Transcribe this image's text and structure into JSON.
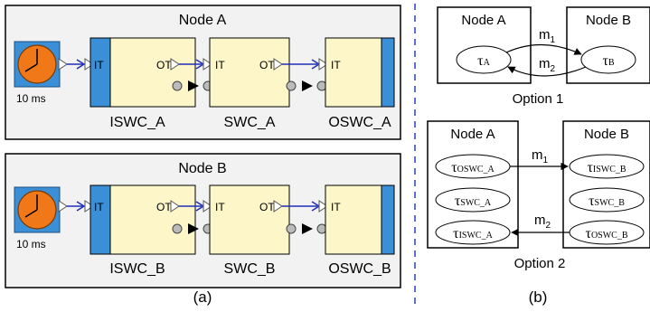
{
  "panel_a": {
    "caption": "(a)",
    "nodes": [
      {
        "title": "Node A",
        "timer": "10 ms",
        "components": [
          "ISWC_A",
          "SWC_A",
          "OSWC_A"
        ],
        "port_in": "IT",
        "port_out": "OT"
      },
      {
        "title": "Node B",
        "timer": "10 ms",
        "components": [
          "ISWC_B",
          "SWC_B",
          "OSWC_B"
        ],
        "port_in": "IT",
        "port_out": "OT"
      }
    ]
  },
  "panel_b": {
    "caption": "(b)",
    "option1": {
      "label": "Option 1",
      "node_a": "Node A",
      "node_b": "Node B",
      "task_a": {
        "base": "τ",
        "sub": "A"
      },
      "task_b": {
        "base": "τ",
        "sub": "B"
      },
      "msg1": {
        "base": "m",
        "sub": "1"
      },
      "msg2": {
        "base": "m",
        "sub": "2"
      }
    },
    "option2": {
      "label": "Option 2",
      "node_a": "Node A",
      "node_b": "Node B",
      "tasks_a": [
        {
          "base": "τ",
          "sub": "OSWC_A"
        },
        {
          "base": "τ",
          "sub": "SWC_A"
        },
        {
          "base": "τ",
          "sub": "ISWC_A"
        }
      ],
      "tasks_b": [
        {
          "base": "τ",
          "sub": "ISWC_B"
        },
        {
          "base": "τ",
          "sub": "SWC_B"
        },
        {
          "base": "τ",
          "sub": "OSWC_B"
        }
      ],
      "msg1": {
        "base": "m",
        "sub": "1"
      },
      "msg2": {
        "base": "m",
        "sub": "2"
      }
    }
  },
  "colors": {
    "node_fill": "#f2f2f2",
    "component_fill": "#fdf6c8",
    "port_blue": "#3b8fd6",
    "clock_face": "#f07818",
    "arrow_blue": "#1f2fb8",
    "divider": "#2a3fbf"
  }
}
